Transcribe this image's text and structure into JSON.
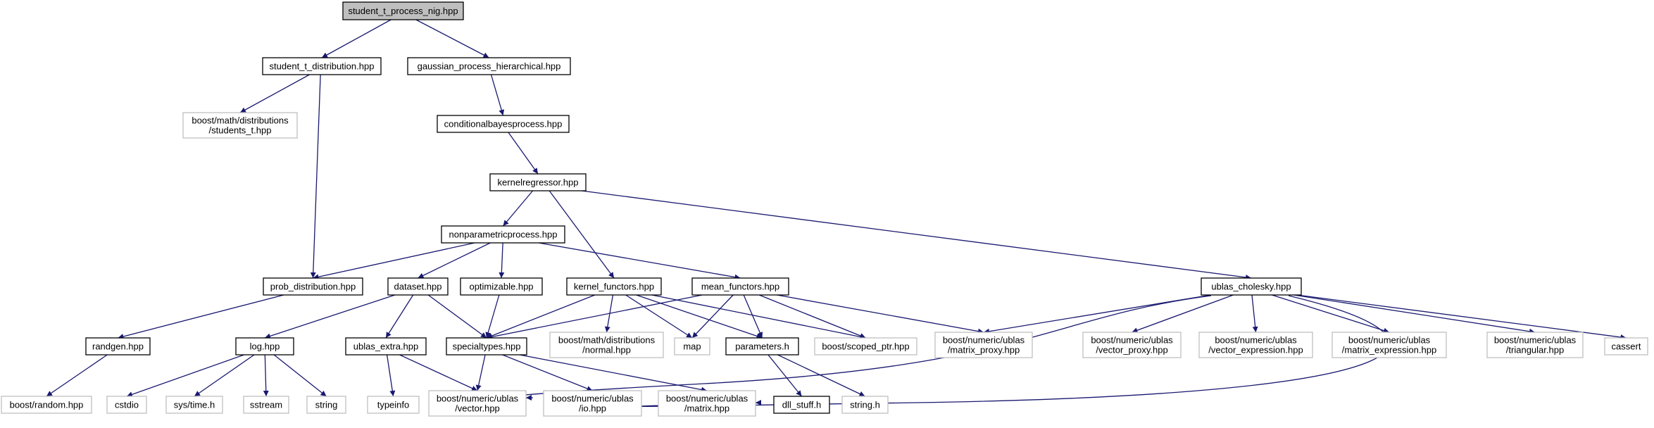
{
  "colors": {
    "edge": "#191970",
    "root_fill": "#bfbfbf",
    "internal_border": "#000000",
    "external_border": "#bfbfbf",
    "box_fill": "#ffffff",
    "text": "#000000"
  },
  "nodes": [
    {
      "id": "student_t_process_nig",
      "lines": [
        "student_t_process_nig.hpp"
      ],
      "kind": "root"
    },
    {
      "id": "student_t_distribution",
      "lines": [
        "student_t_distribution.hpp"
      ],
      "kind": "internal"
    },
    {
      "id": "gaussian_process_hierarchical",
      "lines": [
        "gaussian_process_hierarchical.hpp"
      ],
      "kind": "internal"
    },
    {
      "id": "boost_students_t",
      "lines": [
        "boost/math/distributions",
        "/students_t.hpp"
      ],
      "kind": "external"
    },
    {
      "id": "conditionalbayesprocess",
      "lines": [
        "conditionalbayesprocess.hpp"
      ],
      "kind": "internal"
    },
    {
      "id": "kernelregressor",
      "lines": [
        "kernelregressor.hpp"
      ],
      "kind": "internal"
    },
    {
      "id": "nonparametricprocess",
      "lines": [
        "nonparametricprocess.hpp"
      ],
      "kind": "internal"
    },
    {
      "id": "prob_distribution",
      "lines": [
        "prob_distribution.hpp"
      ],
      "kind": "internal"
    },
    {
      "id": "dataset",
      "lines": [
        "dataset.hpp"
      ],
      "kind": "internal"
    },
    {
      "id": "optimizable",
      "lines": [
        "optimizable.hpp"
      ],
      "kind": "internal"
    },
    {
      "id": "kernel_functors",
      "lines": [
        "kernel_functors.hpp"
      ],
      "kind": "internal"
    },
    {
      "id": "mean_functors",
      "lines": [
        "mean_functors.hpp"
      ],
      "kind": "internal"
    },
    {
      "id": "ublas_cholesky",
      "lines": [
        "ublas_cholesky.hpp"
      ],
      "kind": "internal"
    },
    {
      "id": "randgen",
      "lines": [
        "randgen.hpp"
      ],
      "kind": "internal"
    },
    {
      "id": "log",
      "lines": [
        "log.hpp"
      ],
      "kind": "internal"
    },
    {
      "id": "ublas_extra",
      "lines": [
        "ublas_extra.hpp"
      ],
      "kind": "internal"
    },
    {
      "id": "specialtypes",
      "lines": [
        "specialtypes.hpp"
      ],
      "kind": "internal"
    },
    {
      "id": "boost_normal",
      "lines": [
        "boost/math/distributions",
        "/normal.hpp"
      ],
      "kind": "external"
    },
    {
      "id": "map",
      "lines": [
        "map"
      ],
      "kind": "external"
    },
    {
      "id": "parameters",
      "lines": [
        "parameters.h"
      ],
      "kind": "internal"
    },
    {
      "id": "scoped_ptr",
      "lines": [
        "boost/scoped_ptr.hpp"
      ],
      "kind": "external"
    },
    {
      "id": "matrix_proxy",
      "lines": [
        "boost/numeric/ublas",
        "/matrix_proxy.hpp"
      ],
      "kind": "external"
    },
    {
      "id": "vector_proxy",
      "lines": [
        "boost/numeric/ublas",
        "/vector_proxy.hpp"
      ],
      "kind": "external"
    },
    {
      "id": "vector_expression",
      "lines": [
        "boost/numeric/ublas",
        "/vector_expression.hpp"
      ],
      "kind": "external"
    },
    {
      "id": "matrix_expression",
      "lines": [
        "boost/numeric/ublas",
        "/matrix_expression.hpp"
      ],
      "kind": "external"
    },
    {
      "id": "triangular",
      "lines": [
        "boost/numeric/ublas",
        "/triangular.hpp"
      ],
      "kind": "external"
    },
    {
      "id": "cassert",
      "lines": [
        "cassert"
      ],
      "kind": "external"
    },
    {
      "id": "boost_random",
      "lines": [
        "boost/random.hpp"
      ],
      "kind": "external"
    },
    {
      "id": "cstdio",
      "lines": [
        "cstdio"
      ],
      "kind": "external"
    },
    {
      "id": "sys_time",
      "lines": [
        "sys/time.h"
      ],
      "kind": "external"
    },
    {
      "id": "sstream",
      "lines": [
        "sstream"
      ],
      "kind": "external"
    },
    {
      "id": "string",
      "lines": [
        "string"
      ],
      "kind": "external"
    },
    {
      "id": "typeinfo",
      "lines": [
        "typeinfo"
      ],
      "kind": "external"
    },
    {
      "id": "ublas_vector",
      "lines": [
        "boost/numeric/ublas",
        "/vector.hpp"
      ],
      "kind": "external"
    },
    {
      "id": "ublas_io",
      "lines": [
        "boost/numeric/ublas",
        "/io.hpp"
      ],
      "kind": "external"
    },
    {
      "id": "ublas_matrix",
      "lines": [
        "boost/numeric/ublas",
        "/matrix.hpp"
      ],
      "kind": "external"
    },
    {
      "id": "dll_stuff",
      "lines": [
        "dll_stuff.h"
      ],
      "kind": "internal"
    },
    {
      "id": "string_h",
      "lines": [
        "string.h"
      ],
      "kind": "external"
    }
  ],
  "edges": [
    [
      "student_t_process_nig",
      "student_t_distribution"
    ],
    [
      "student_t_process_nig",
      "gaussian_process_hierarchical"
    ],
    [
      "student_t_distribution",
      "boost_students_t"
    ],
    [
      "student_t_distribution",
      "prob_distribution"
    ],
    [
      "gaussian_process_hierarchical",
      "conditionalbayesprocess"
    ],
    [
      "conditionalbayesprocess",
      "kernelregressor"
    ],
    [
      "kernelregressor",
      "nonparametricprocess"
    ],
    [
      "kernelregressor",
      "kernel_functors"
    ],
    [
      "kernelregressor",
      "ublas_cholesky"
    ],
    [
      "nonparametricprocess",
      "prob_distribution"
    ],
    [
      "nonparametricprocess",
      "dataset"
    ],
    [
      "nonparametricprocess",
      "optimizable"
    ],
    [
      "nonparametricprocess",
      "mean_functors"
    ],
    [
      "prob_distribution",
      "randgen"
    ],
    [
      "dataset",
      "log"
    ],
    [
      "dataset",
      "ublas_extra"
    ],
    [
      "dataset",
      "specialtypes"
    ],
    [
      "optimizable",
      "specialtypes"
    ],
    [
      "kernel_functors",
      "specialtypes"
    ],
    [
      "kernel_functors",
      "boost_normal"
    ],
    [
      "kernel_functors",
      "map"
    ],
    [
      "kernel_functors",
      "parameters"
    ],
    [
      "kernel_functors",
      "scoped_ptr"
    ],
    [
      "mean_functors",
      "specialtypes"
    ],
    [
      "mean_functors",
      "map"
    ],
    [
      "mean_functors",
      "parameters"
    ],
    [
      "mean_functors",
      "scoped_ptr"
    ],
    [
      "mean_functors",
      "matrix_proxy"
    ],
    [
      "ublas_cholesky",
      "matrix_proxy"
    ],
    [
      "ublas_cholesky",
      "vector_proxy"
    ],
    [
      "ublas_cholesky",
      "vector_expression"
    ],
    [
      "ublas_cholesky",
      "matrix_expression"
    ],
    [
      "ublas_cholesky",
      "triangular"
    ],
    [
      "ublas_cholesky",
      "cassert"
    ],
    [
      "ublas_cholesky",
      "ublas_vector"
    ],
    [
      "ublas_cholesky",
      "ublas_matrix"
    ],
    [
      "randgen",
      "boost_random"
    ],
    [
      "log",
      "cstdio"
    ],
    [
      "log",
      "sys_time"
    ],
    [
      "log",
      "sstream"
    ],
    [
      "log",
      "string"
    ],
    [
      "ublas_extra",
      "typeinfo"
    ],
    [
      "ublas_extra",
      "ublas_vector"
    ],
    [
      "specialtypes",
      "ublas_vector"
    ],
    [
      "specialtypes",
      "ublas_io"
    ],
    [
      "specialtypes",
      "ublas_matrix"
    ],
    [
      "parameters",
      "dll_stuff"
    ],
    [
      "parameters",
      "string_h"
    ]
  ]
}
